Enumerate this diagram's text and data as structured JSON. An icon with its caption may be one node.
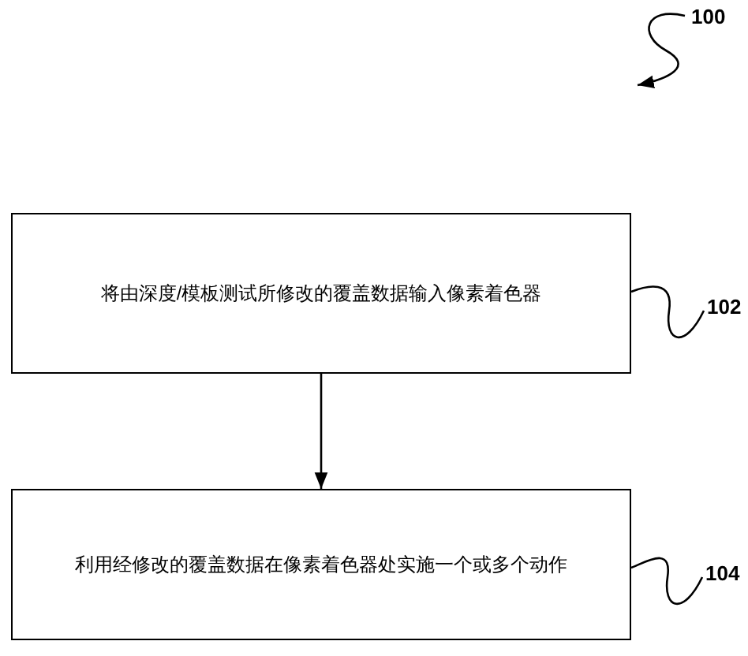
{
  "diagram": {
    "nodes": [
      {
        "text": [
          "将由深度/模板测试所修改的覆盖数据输入像素着色器"
        ]
      },
      {
        "text": [
          "利用经修改的覆盖数据在像素着色器处实施一个或多个动作"
        ]
      },
      {
        "text": [
          "100"
        ]
      },
      {
        "text": [
          "102"
        ]
      },
      {
        "text": [
          "104"
        ]
      }
    ],
    "edges": [
      {
        "from": 0,
        "to": 1,
        "arrow": "to"
      },
      {
        "from": 3,
        "to": 0,
        "arrow": "none"
      },
      {
        "from": 4,
        "to": 1,
        "arrow": "none"
      },
      {
        "from": 2,
        "to": null,
        "arrow": "to"
      }
    ]
  }
}
